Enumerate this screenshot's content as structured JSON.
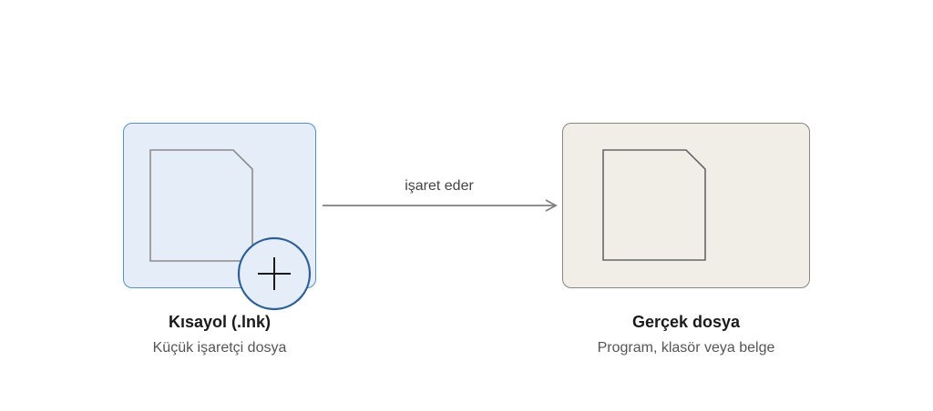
{
  "shortcut": {
    "title": "Kısayol (.lnk)",
    "subtitle": "Küçük işaretçi dosya"
  },
  "target": {
    "title": "Gerçek dosya",
    "subtitle": "Program, klasör veya belge"
  },
  "arrow": {
    "label": "işaret eder"
  },
  "colors": {
    "shortcut_fill": "#e5eef8",
    "shortcut_border": "#5a8fc6",
    "target_fill": "#f1eee7",
    "target_border": "#8a8780",
    "badge_border": "#2e5f96"
  }
}
